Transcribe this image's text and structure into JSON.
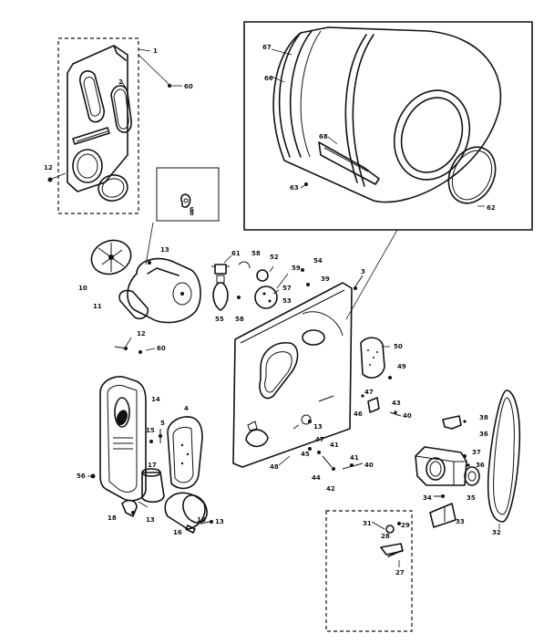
{
  "diagram": {
    "callouts": [
      {
        "id": "c1",
        "text": "1"
      },
      {
        "id": "c2",
        "text": "2"
      },
      {
        "id": "c12a",
        "text": "12"
      },
      {
        "id": "c60a",
        "text": "60"
      },
      {
        "id": "c6",
        "text": "6"
      },
      {
        "id": "c10",
        "text": "10"
      },
      {
        "id": "c13a",
        "text": "13"
      },
      {
        "id": "c11",
        "text": "11"
      },
      {
        "id": "c12b",
        "text": "12"
      },
      {
        "id": "c60b",
        "text": "60"
      },
      {
        "id": "c67",
        "text": "67"
      },
      {
        "id": "c66",
        "text": "66"
      },
      {
        "id": "c68",
        "text": "68"
      },
      {
        "id": "c63",
        "text": "63"
      },
      {
        "id": "c62",
        "text": "62"
      },
      {
        "id": "c61",
        "text": "61"
      },
      {
        "id": "c58a",
        "text": "58"
      },
      {
        "id": "c52",
        "text": "52"
      },
      {
        "id": "c59",
        "text": "59"
      },
      {
        "id": "c54",
        "text": "54"
      },
      {
        "id": "c39",
        "text": "39"
      },
      {
        "id": "c3",
        "text": "3"
      },
      {
        "id": "c57",
        "text": "57"
      },
      {
        "id": "c53",
        "text": "53"
      },
      {
        "id": "c55",
        "text": "55"
      },
      {
        "id": "c58b",
        "text": "58"
      },
      {
        "id": "c50",
        "text": "50"
      },
      {
        "id": "c49",
        "text": "49"
      },
      {
        "id": "c14",
        "text": "14"
      },
      {
        "id": "c4",
        "text": "4"
      },
      {
        "id": "c15",
        "text": "15"
      },
      {
        "id": "c5",
        "text": "5"
      },
      {
        "id": "c47a",
        "text": "47"
      },
      {
        "id": "c46",
        "text": "46"
      },
      {
        "id": "c43",
        "text": "43"
      },
      {
        "id": "c40a",
        "text": "40"
      },
      {
        "id": "c13b",
        "text": "13"
      },
      {
        "id": "c47b",
        "text": "47"
      },
      {
        "id": "c41a",
        "text": "41"
      },
      {
        "id": "c45",
        "text": "45"
      },
      {
        "id": "c48",
        "text": "48"
      },
      {
        "id": "c44",
        "text": "44"
      },
      {
        "id": "c42",
        "text": "42"
      },
      {
        "id": "c41b",
        "text": "41"
      },
      {
        "id": "c40b",
        "text": "40"
      },
      {
        "id": "c36",
        "text": "36"
      },
      {
        "id": "c38",
        "text": "38"
      },
      {
        "id": "c37",
        "text": "37"
      },
      {
        "id": "c38b",
        "text": "36"
      },
      {
        "id": "c34",
        "text": "34"
      },
      {
        "id": "c35",
        "text": "35"
      },
      {
        "id": "c33",
        "text": "33"
      },
      {
        "id": "c32",
        "text": "32"
      },
      {
        "id": "c56",
        "text": "56"
      },
      {
        "id": "c17",
        "text": "17"
      },
      {
        "id": "c16",
        "text": "16"
      },
      {
        "id": "c18a",
        "text": "18"
      },
      {
        "id": "c13c",
        "text": "13"
      },
      {
        "id": "c18b",
        "text": "18"
      },
      {
        "id": "c13d",
        "text": "13"
      },
      {
        "id": "c31",
        "text": "31"
      },
      {
        "id": "c28",
        "text": "28"
      },
      {
        "id": "c29",
        "text": "29"
      },
      {
        "id": "c27",
        "text": "27"
      },
      {
        "id": "c8",
        "text": "8"
      }
    ]
  }
}
